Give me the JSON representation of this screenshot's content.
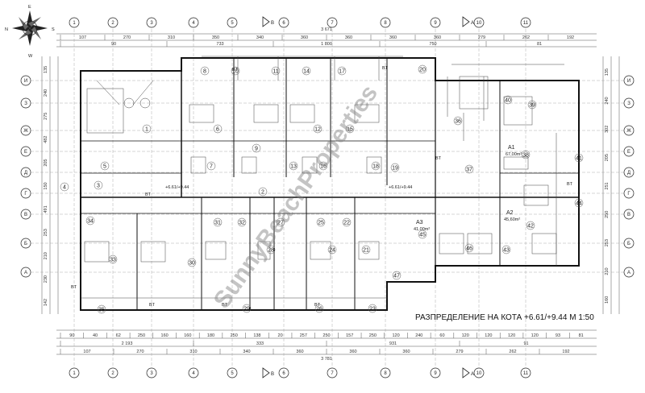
{
  "compass": {
    "n": "N",
    "s": "S",
    "e": "E",
    "w": "W"
  },
  "caption": "РАЗПРЕДЕЛЕНИЕ НА КОТА +6.61/+9.44 M 1:50",
  "watermark": "SunnyBeachProperties",
  "axes_top": [
    "1",
    "2",
    "3",
    "4",
    "5",
    "6",
    "7",
    "8",
    "9",
    "10",
    "11"
  ],
  "axes_bottom": [
    "1",
    "2",
    "3",
    "4",
    "5",
    "6",
    "7",
    "8",
    "9",
    "10",
    "11"
  ],
  "axes_left": [
    "И",
    "З",
    "Ж",
    "Е",
    "Д",
    "Г",
    "В",
    "Б",
    "А"
  ],
  "axes_right": [
    "И",
    "З",
    "Ж",
    "Е",
    "Д",
    "Г",
    "В",
    "Б",
    "А"
  ],
  "section_marks": {
    "b": "B",
    "a": "A"
  },
  "dims_top_total": "3 671",
  "dims_top_row1": [
    "107",
    "270",
    "310",
    "350",
    "340",
    "360",
    "360",
    "360",
    "360",
    "279",
    "262",
    "192"
  ],
  "dims_top_row2": [
    "90",
    "733",
    "1 800",
    "750",
    "81"
  ],
  "dims_bottom_row1": [
    "90",
    "40",
    "62",
    "250",
    "160",
    "160",
    "180",
    "250",
    "138",
    "20",
    "257",
    "250",
    "157",
    "250",
    "120",
    "240",
    "60",
    "120",
    "120",
    "120",
    "120",
    "93",
    "81"
  ],
  "dims_bottom_row2": [
    "2 193",
    "333",
    "931",
    "91"
  ],
  "dims_bottom_row3": [
    "107",
    "270",
    "310",
    "340",
    "360",
    "360",
    "360",
    "279",
    "262",
    "192"
  ],
  "dims_bottom_total": "3 781",
  "dims_left": [
    "135",
    "240",
    "275",
    "482",
    "205",
    "150",
    "491",
    "253",
    "210",
    "230",
    "142"
  ],
  "dims_right": [
    "135",
    "240",
    "302",
    "205",
    "251",
    "250",
    "253",
    "210",
    "160"
  ],
  "level_marks": [
    "+6.61/+9.44",
    "+6.61/+9.44"
  ],
  "rooms": [
    "1",
    "2",
    "3",
    "4",
    "5",
    "6",
    "7",
    "8",
    "9",
    "10",
    "11",
    "12",
    "13",
    "14",
    "15",
    "16",
    "17",
    "18",
    "19",
    "20",
    "21",
    "22",
    "23",
    "24",
    "25",
    "26",
    "27",
    "28",
    "29",
    "30",
    "31",
    "32",
    "33",
    "34",
    "35",
    "36",
    "37",
    "38",
    "39",
    "40",
    "41",
    "42",
    "43",
    "44",
    "45",
    "46",
    "47"
  ],
  "apartments": [
    {
      "name": "A1",
      "area": "67,00m²"
    },
    {
      "name": "A2",
      "area": "45,60m²"
    },
    {
      "name": "A3",
      "area": "41,00m²"
    }
  ],
  "tags": [
    "BT",
    "BT",
    "BT",
    "BT",
    "BT",
    "BT",
    "BT",
    "BT",
    "BT"
  ]
}
